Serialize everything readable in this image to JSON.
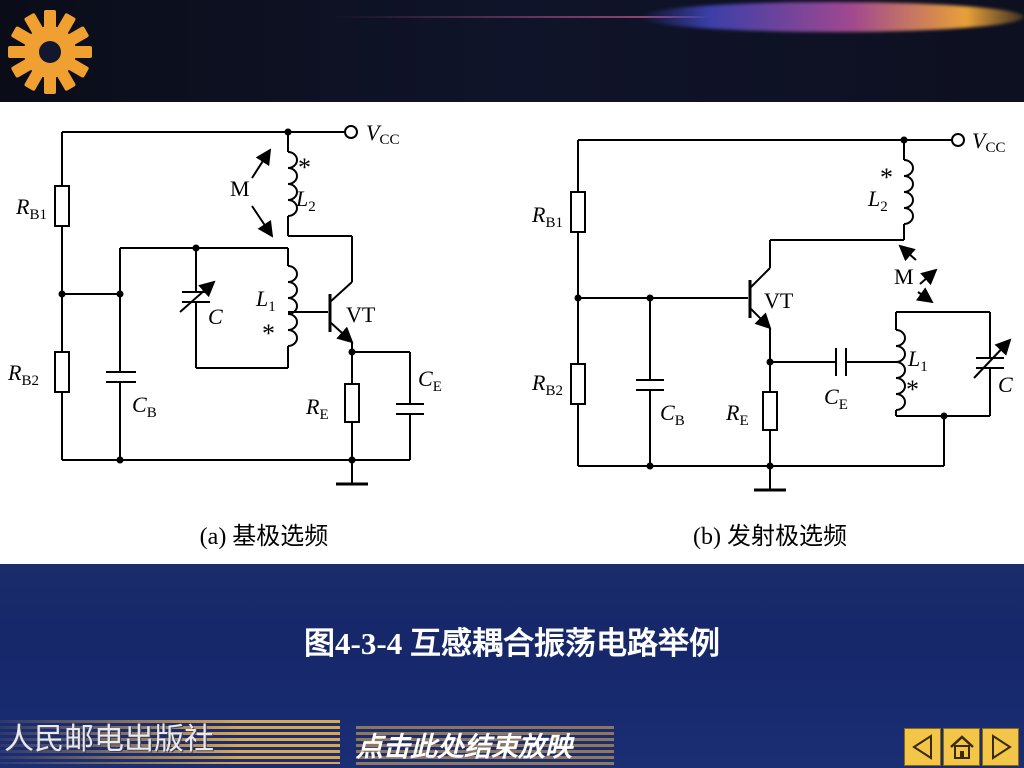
{
  "header": {
    "gear_icon": "gear-icon",
    "colors": {
      "gear": "#f0a030",
      "streak_end": "#e8a038"
    }
  },
  "diagram": {
    "left": {
      "vcc": "V",
      "vcc_sub": "CC",
      "rb1": "R",
      "rb1_sub": "B1",
      "rb2": "R",
      "rb2_sub": "B2",
      "cb": "C",
      "cb_sub": "B",
      "c": "C",
      "l1": "L",
      "l1_sub": "1",
      "l2": "L",
      "l2_sub": "2",
      "m": "M",
      "vt": "VT",
      "re": "R",
      "re_sub": "E",
      "ce": "C",
      "ce_sub": "E",
      "star": "*",
      "caption": "(a) 基极选频"
    },
    "right": {
      "vcc": "V",
      "vcc_sub": "CC",
      "rb1": "R",
      "rb1_sub": "B1",
      "rb2": "R",
      "rb2_sub": "B2",
      "cb": "C",
      "cb_sub": "B",
      "c": "C",
      "l1": "L",
      "l1_sub": "1",
      "l2": "L",
      "l2_sub": "2",
      "m": "M",
      "vt": "VT",
      "re": "R",
      "re_sub": "E",
      "ce": "C",
      "ce_sub": "E",
      "star": "*",
      "caption": "(b) 发射极选频"
    }
  },
  "figure_title": "图4-3-4  互感耦合振荡电路举例",
  "footer": {
    "publisher": "人民邮电出版社",
    "end_show": "点击此处结束放映",
    "nav": {
      "prev_icon": "triangle-left-icon",
      "home_icon": "home-icon",
      "next_icon": "triangle-right-icon"
    }
  }
}
